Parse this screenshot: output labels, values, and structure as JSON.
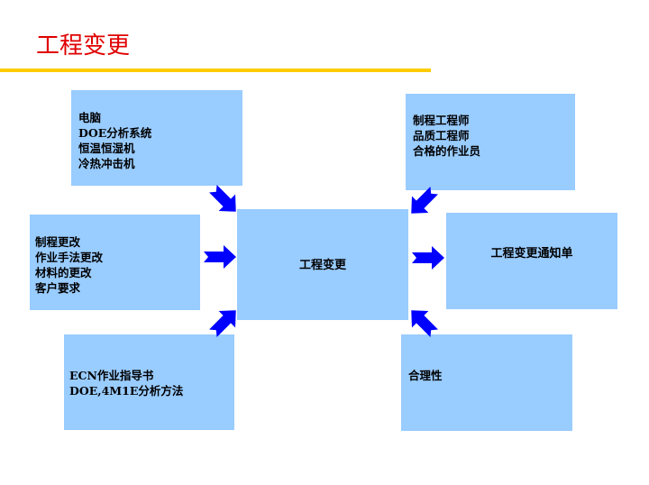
{
  "title": "工程变更",
  "center": "工程变更",
  "boxes": {
    "top_left": [
      "电脑",
      "DOE分析系统",
      "恒温恒湿机",
      "冷热冲击机"
    ],
    "top_right": [
      "制程工程师",
      "品质工程师",
      "合格的作业员"
    ],
    "mid_left": [
      "制程更改",
      "作业手法更改",
      "材料的更改",
      "客户要求"
    ],
    "mid_right": [
      "工程变更通知单"
    ],
    "bottom_left": [
      "ECN作业指导书",
      "DOE,4M1E分析方法"
    ],
    "bottom_right": [
      "合理性"
    ]
  },
  "colors": {
    "box": "#99ccff",
    "arrow": "#0000ff",
    "title": "#e00000",
    "rule": "#ffcc00"
  }
}
